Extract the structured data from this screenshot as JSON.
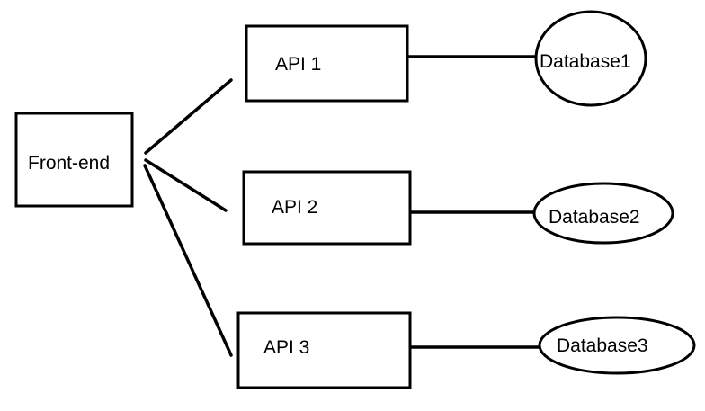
{
  "diagram": {
    "frontend": {
      "label": "Front-end"
    },
    "apis": [
      {
        "label": "API 1"
      },
      {
        "label": "API 2"
      },
      {
        "label": "API 3"
      }
    ],
    "databases": [
      {
        "label": "Database1"
      },
      {
        "label": "Database2"
      },
      {
        "label": "Database3"
      }
    ]
  }
}
